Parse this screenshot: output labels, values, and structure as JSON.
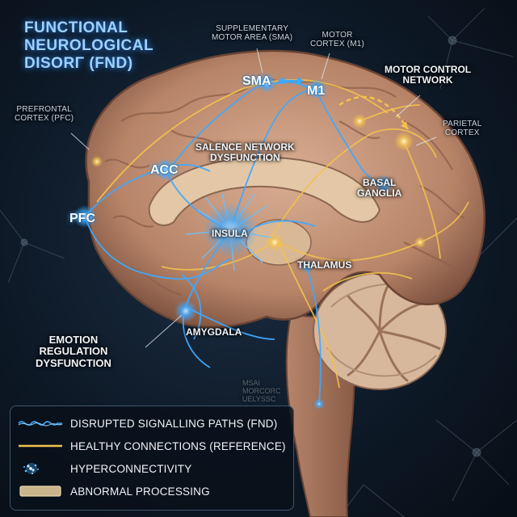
{
  "title": {
    "line1": "FUNCTIONAL",
    "line2": "NEUROLOGICAL",
    "line3": "DISORΓ (FND)"
  },
  "labels": {
    "sma_full_1": "SUPPLEMENTARY",
    "sma_full_2": "MOTOR AREA (SMA)",
    "sma": "SMA",
    "m1_full_1": "MOTOR",
    "m1_full_2": "CORTEX (M1)",
    "m1": "M1",
    "motor_network_1": "MOTOR CONTROL",
    "motor_network_2": "NETWORK",
    "pfc_full_1": "PREFRONTAL",
    "pfc_full_2": "CORTEX (PFC)",
    "pfc": "PFC",
    "parietal_1": "PARIETAL",
    "parietal_2": "CORTEX",
    "acc": "ACC",
    "salience_1": "SALENCE NETWORK",
    "salience_2": "DYSFUNCTION",
    "basal_1": "BASAL",
    "basal_2": "GANGLIA",
    "insula": "INSULA",
    "thalamus": "THALAMUS",
    "amygdala": "AMYGDALA",
    "emotion_1": "EMOTION",
    "emotion_2": "REGULATION",
    "emotion_3": "DYSFUNCTION",
    "faint_1": "MSAI",
    "faint_2": "MORCORC",
    "faint_3": "UELYSSC"
  },
  "legend": {
    "items": [
      {
        "label": "DISRUPTED SIGNALLING PATHS (FND)",
        "icon": "wavy-blue-line-icon"
      },
      {
        "label": "HEALTHY CONNECTIONS (REFERENCE)",
        "icon": "gold-line-icon"
      },
      {
        "label": "HYPERCONNECTIVITY",
        "icon": "blue-dot-cluster-icon"
      },
      {
        "label": "ABNORMAL PROCESSING",
        "icon": "tan-box-icon"
      }
    ]
  },
  "colors": {
    "disrupted": "#3fa9ff",
    "healthy": "#f2c14e",
    "brain": "#c79a80",
    "abnormal": "#c9b48c"
  }
}
